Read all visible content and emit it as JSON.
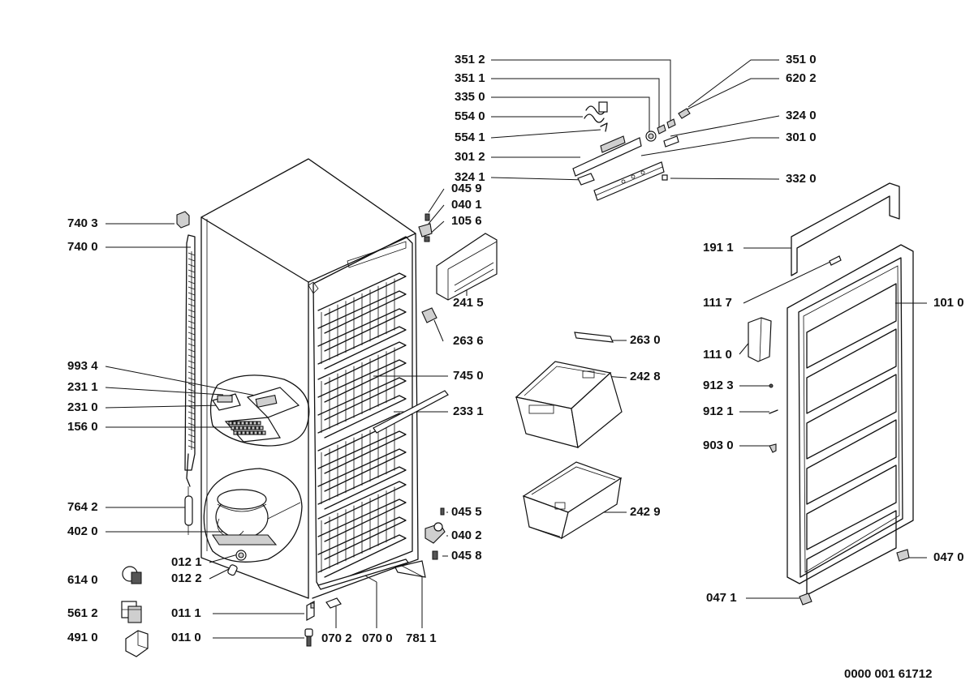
{
  "document_number": "0000 001 61712",
  "parts": {
    "p3512": "351 2",
    "p3511": "351 1",
    "p3350": "335 0",
    "p5540": "554 0",
    "p5541": "554 1",
    "p3012": "301 2",
    "p3241": "324 1",
    "p3510": "351 0",
    "p6202": "620 2",
    "p3240": "324 0",
    "p3010": "301 0",
    "p3320": "332 0",
    "p0459": "045 9",
    "p0401": "040 1",
    "p1056": "105 6",
    "p7403": "740 3",
    "p7400": "740 0",
    "p2415": "241 5",
    "p2636": "263 6",
    "p1911": "191 1",
    "p1117": "111 7",
    "p1010": "101 0",
    "p1110": "111 0",
    "p2630": "263 0",
    "p2428": "242 8",
    "p9934": "993 4",
    "p2311": "231 1",
    "p2310": "231 0",
    "p1560": "156 0",
    "p7450": "745 0",
    "p2331": "233 1",
    "p9123": "912 3",
    "p9121": "912 1",
    "p9030": "903 0",
    "p7642": "764 2",
    "p4020": "402 0",
    "p0455": "045 5",
    "p0402": "040 2",
    "p0458": "045 8",
    "p2429": "242 9",
    "p0121": "012 1",
    "p0122": "012 2",
    "p6140": "614 0",
    "p0470": "047 0",
    "p0471": "047 1",
    "p5612": "561 2",
    "p0111": "011 1",
    "p4910": "491 0",
    "p0110": "011 0",
    "p0702": "070 2",
    "p0700": "070 0",
    "p7811": "781 1"
  }
}
